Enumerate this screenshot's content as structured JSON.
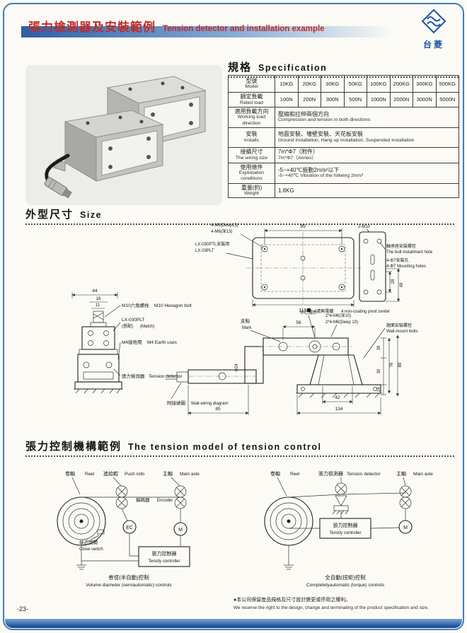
{
  "header": {
    "title_zh": "張力檢測器及安裝範例",
    "title_en": "Tension detector and installation example",
    "logo_text": "台菱"
  },
  "colors": {
    "brand_blue": "#1d55a0",
    "title_red": "#bf2b28",
    "frame_blue": "#3f7ec0"
  },
  "spec": {
    "heading_zh": "規格",
    "heading_en": "Specification",
    "rows": {
      "model": {
        "zh": "型號",
        "en": "Model",
        "cells": [
          "10KG",
          "20KG",
          "30KG",
          "50KG",
          "100KG",
          "200KG",
          "300KG",
          "500KG"
        ]
      },
      "rated": {
        "zh": "額定負載",
        "en": "Rated load",
        "cells": [
          "100N",
          "200N",
          "300N",
          "500N",
          "1000N",
          "2000N",
          "3000N",
          "5000N"
        ]
      },
      "direction": {
        "zh": "適用負載方向",
        "en": "Working load direction",
        "value_zh": "壓縮和拉伸兩個方向",
        "value_en": "Compression and tension in both directions"
      },
      "installs": {
        "zh": "安裝",
        "en": "Installs",
        "value_zh": "地面安裝、墻壁安裝、天花板安裝",
        "value_en": "Ground installation, Hang up installation, Suspended installation"
      },
      "wiring": {
        "zh": "接續尺寸",
        "en": "The wiring size",
        "value_zh": "7m*Φ7（附件）",
        "value_en": "7m*Φ7（Annex）"
      },
      "conditions": {
        "zh": "使用條件",
        "en": "Exploitation conditions",
        "value_zh": "-5~+40℃振動2m/s²以下",
        "value_en": "-5~+40℃ Vibration of the follwing 2m/s²"
      },
      "weight": {
        "zh": "重量(約)",
        "en": "Weight",
        "value": "1.8KG"
      }
    }
  },
  "size": {
    "heading_zh": "外型尺寸",
    "heading_en": "Size",
    "labels": {
      "m6_deep13_en": "4-M6(Deep13)",
      "m6_deep13_zh": "4-M6(深13)",
      "lx_mount": "LX-030PTL安裝用",
      "lx_model": "LX-03PLT",
      "two_m10": "2-M10",
      "bolt_hole_zh": "軸承座安裝螺栓",
      "bolt_hole_en": "The bolt installment hole",
      "mount_holes_zh": "4-Φ7安裝孔",
      "mount_holes_en": "4-Φ7 Mounting holes",
      "noncoat_zh": "4處無電鍍",
      "noncoat_en": "4 non-coating pivot center",
      "hexbolt_zh": "M10六角螺栓",
      "hexbolt_en": "M10 Hexagon bolt",
      "lx030plt": "LX-030PLT",
      "match_zh": "(搭配)",
      "match_en": "(Match)",
      "earth_zh": "M4接地用",
      "earth_en": "M4 Earth uses",
      "detector_zh": "張力檢測器",
      "detector_en": "Tension detector",
      "pivot_zh": "支點",
      "pivot_en": "Mark",
      "center_zh": "中心擺針",
      "m6_deep10_zh": "2*4-M6(深10)",
      "m6_deep10_en": "2*4-M6(Deep 10)",
      "wall_zh": "牆面安裝螺栓",
      "wall_en": "Wall-mount bolts",
      "wiring_zh": "附接繞圖",
      "wiring_en": "Wall-wiring diagram"
    },
    "dims": {
      "d95": "95",
      "d118": "118",
      "d28": "28",
      "d48": "48",
      "d44": "44",
      "d18": "18",
      "d11": "11",
      "d56": "56",
      "d24": "Φ24",
      "d76": "76",
      "d89": "89",
      "d39": "39",
      "d30": "30",
      "d14": "14",
      "d85": "85",
      "d42": "42",
      "d134": "134"
    }
  },
  "control": {
    "heading_zh": "張力控制機構範例",
    "heading_en": "The tension model of tension control",
    "left": {
      "reel_zh": "卷軸",
      "reel_en": "Reel",
      "push_zh": "進給輥",
      "push_en": "Push rolls",
      "axle_zh": "主軸",
      "axle_en": "Main axle",
      "encoder_zh": "編碼器",
      "encoder_en": "Encoder",
      "ec": "EC",
      "m": "M",
      "switch_zh": "接近開關",
      "switch_en": "Close switch",
      "controller_zh": "張力控制器",
      "controller_en": "Tensity controller",
      "caption_zh": "卷徑(半自動)控制",
      "caption_en": "Volume diameter (semiautomatic) controls"
    },
    "right": {
      "reel_zh": "卷軸",
      "reel_en": "Reel",
      "detector_zh": "張力檢測器",
      "detector_en": "Tension detector",
      "axle_zh": "主軸",
      "axle_en": "Main axle",
      "m": "M",
      "controller_zh": "張力控制器",
      "controller_en": "Tensity controller",
      "caption_zh": "全自動(扭矩)控制",
      "caption_en": "Completetyautomatic (torque) controls"
    }
  },
  "footer": {
    "note_zh": "●本公司保留産品規格及尺寸設計變更或停用之權利。",
    "note_en": "We reserve the right to the design, change and terminating of the product specification and size.",
    "page_number": "-23-"
  }
}
